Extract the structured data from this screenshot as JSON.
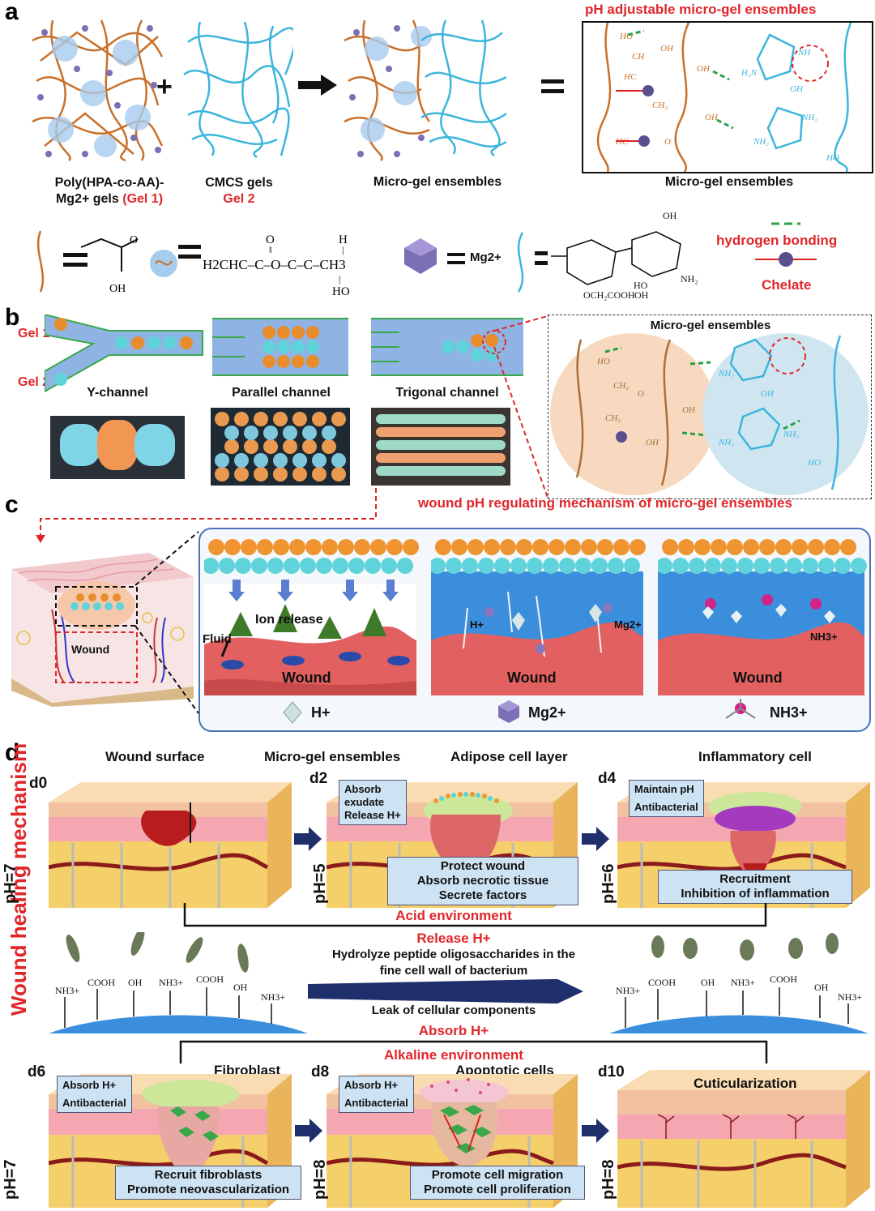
{
  "panels": {
    "a": "a",
    "b": "b",
    "c": "c",
    "d": "d"
  },
  "a": {
    "gel1_line1": "Poly(HPA-co-AA)-",
    "gel1_line2": "Mg2+ gels",
    "gel1_red": "(Gel 1)",
    "gel2_line1": "CMCS gels",
    "gel2_red": "Gel 2",
    "ensembles_label": "Micro-gel ensembles",
    "box_title": "pH adjustable micro-gel ensembles",
    "box_caption": "Micro-gel ensembles",
    "plus": "+",
    "equals": "=",
    "legend": {
      "hpa_formula": "H2CHC–C–O–C–C–CH3",
      "mg": "Mg2+",
      "hbond": "hydrogen bonding",
      "chelate": "Chelate"
    }
  },
  "b": {
    "gel1": "Gel 1",
    "gel2": "Gel 2",
    "channels": [
      "Y-channel",
      "Parallel channel",
      "Trigonal channel"
    ],
    "zoom_title": "Micro-gel ensembles"
  },
  "c": {
    "title": "wound pH regulating mechanism of micro-gel ensembles",
    "wound": "Wound",
    "ion_release": "Ion release",
    "fluid": "Fluid",
    "h_plus": "H+",
    "mg2": "Mg2+",
    "nh3": "NH3+",
    "legend": [
      "H+",
      "Mg2+",
      "NH3+"
    ]
  },
  "d": {
    "vertical_title": "Wound healing mechanism",
    "top_labels": [
      "Wound surface",
      "Micro-gel ensembles",
      "Adipose cell layer",
      "Inflammatory cell"
    ],
    "days_top": [
      "d0",
      "d2",
      "d4"
    ],
    "ph_top": [
      "pH=7",
      "pH=5",
      "pH=6"
    ],
    "d2_callout": [
      "Absorb",
      "exudate",
      "Release H+"
    ],
    "d2_bottom": [
      "Protect wound",
      "Absorb necrotic tissue",
      "Secrete factors"
    ],
    "d4_callout": [
      "Maintain pH",
      "Antibacterial"
    ],
    "d4_bottom": [
      "Recruitment",
      "Inhibition of inflammation"
    ],
    "acid_env": "Acid environment",
    "release_h": "Release  H+",
    "hydrolyze_1": "Hydrolyze peptide oligosaccharides in the",
    "hydrolyze_2": "fine cell wall of bacterium",
    "leak": "Leak of cellular components",
    "absorb_h": "Absorb H+",
    "alkaline_env": "Alkaline environment",
    "groups_left": [
      "NH3+",
      "COOH",
      "OH",
      "NH3+",
      "COOH",
      "OH",
      "NH3+"
    ],
    "groups_right": [
      "NH3+",
      "COOH",
      "OH",
      "NH3+",
      "COOH",
      "OH",
      "NH3+"
    ],
    "days_bottom": [
      "d6",
      "d8",
      "d10"
    ],
    "ph_bottom": [
      "pH=7",
      "pH=8",
      "pH=8"
    ],
    "fibroblast": "Fibroblast",
    "apoptotic": "Apoptotic cells",
    "cuticularization": "Cuticularization",
    "d6_callout": [
      "Absorb H+",
      "Antibacterial"
    ],
    "d6_bottom": [
      "Recruit fibroblasts",
      "Promote neovascularization"
    ],
    "d8_callout": [
      "Absorb H+",
      "Antibacterial"
    ],
    "d8_bottom": [
      "Promote cell migration",
      "Promote cell proliferation"
    ]
  },
  "colors": {
    "red": "#e0262a",
    "orange": "#e07a2a",
    "cyan": "#3cb5dc",
    "navy": "#1f2f6b",
    "purple": "#8877bb"
  }
}
